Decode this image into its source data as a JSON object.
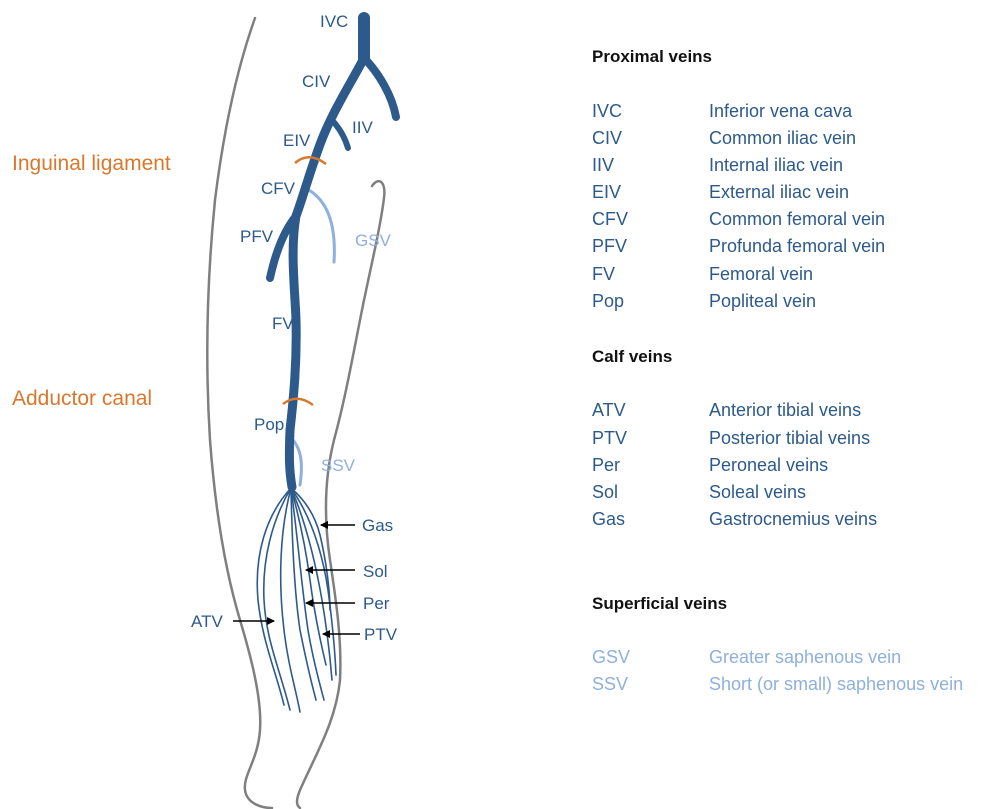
{
  "colors": {
    "deep_vein": "#2d5a8a",
    "superficial_vein": "#8fb0dc",
    "landmark": "#d9782d",
    "outline": "#7f7f7f"
  },
  "diagram": {
    "vein_labels": {
      "ivc": "IVC",
      "civ": "CIV",
      "iiv": "IIV",
      "eiv": "EIV",
      "cfv": "CFV",
      "pfv": "PFV",
      "fv": "FV",
      "pop": "Pop",
      "gsv": "GSV",
      "ssv": "SSV",
      "gas": "Gas",
      "sol": "Sol",
      "per": "Per",
      "ptv": "PTV",
      "atv": "ATV"
    },
    "landmarks": {
      "inguinal": "Inguinal ligament",
      "adductor": "Adductor canal"
    }
  },
  "legend": {
    "sections": [
      {
        "heading": "Proximal veins",
        "style": "dark",
        "items": [
          {
            "abbr": "IVC",
            "name": "Inferior vena cava"
          },
          {
            "abbr": "CIV",
            "name": "Common iliac vein"
          },
          {
            "abbr": "IIV",
            "name": "Internal iliac vein"
          },
          {
            "abbr": "EIV",
            "name": "External iliac vein"
          },
          {
            "abbr": "CFV",
            "name": "Common femoral vein"
          },
          {
            "abbr": "PFV",
            "name": "Profunda femoral vein"
          },
          {
            "abbr": "FV",
            "name": "Femoral vein"
          },
          {
            "abbr": "Pop",
            "name": "Popliteal vein"
          }
        ]
      },
      {
        "heading": "Calf veins",
        "style": "dark",
        "items": [
          {
            "abbr": "ATV",
            "name": "Anterior tibial veins"
          },
          {
            "abbr": "PTV",
            "name": "Posterior tibial veins"
          },
          {
            "abbr": "Per",
            "name": "Peroneal veins"
          },
          {
            "abbr": "Sol",
            "name": "Soleal veins"
          },
          {
            "abbr": "Gas",
            "name": "Gastrocnemius veins"
          }
        ]
      },
      {
        "heading": "Superficial veins",
        "style": "light",
        "items": [
          {
            "abbr": "GSV",
            "name": "Greater saphenous vein"
          },
          {
            "abbr": "SSV",
            "name": "Short (or small) saphenous vein"
          }
        ]
      }
    ]
  }
}
